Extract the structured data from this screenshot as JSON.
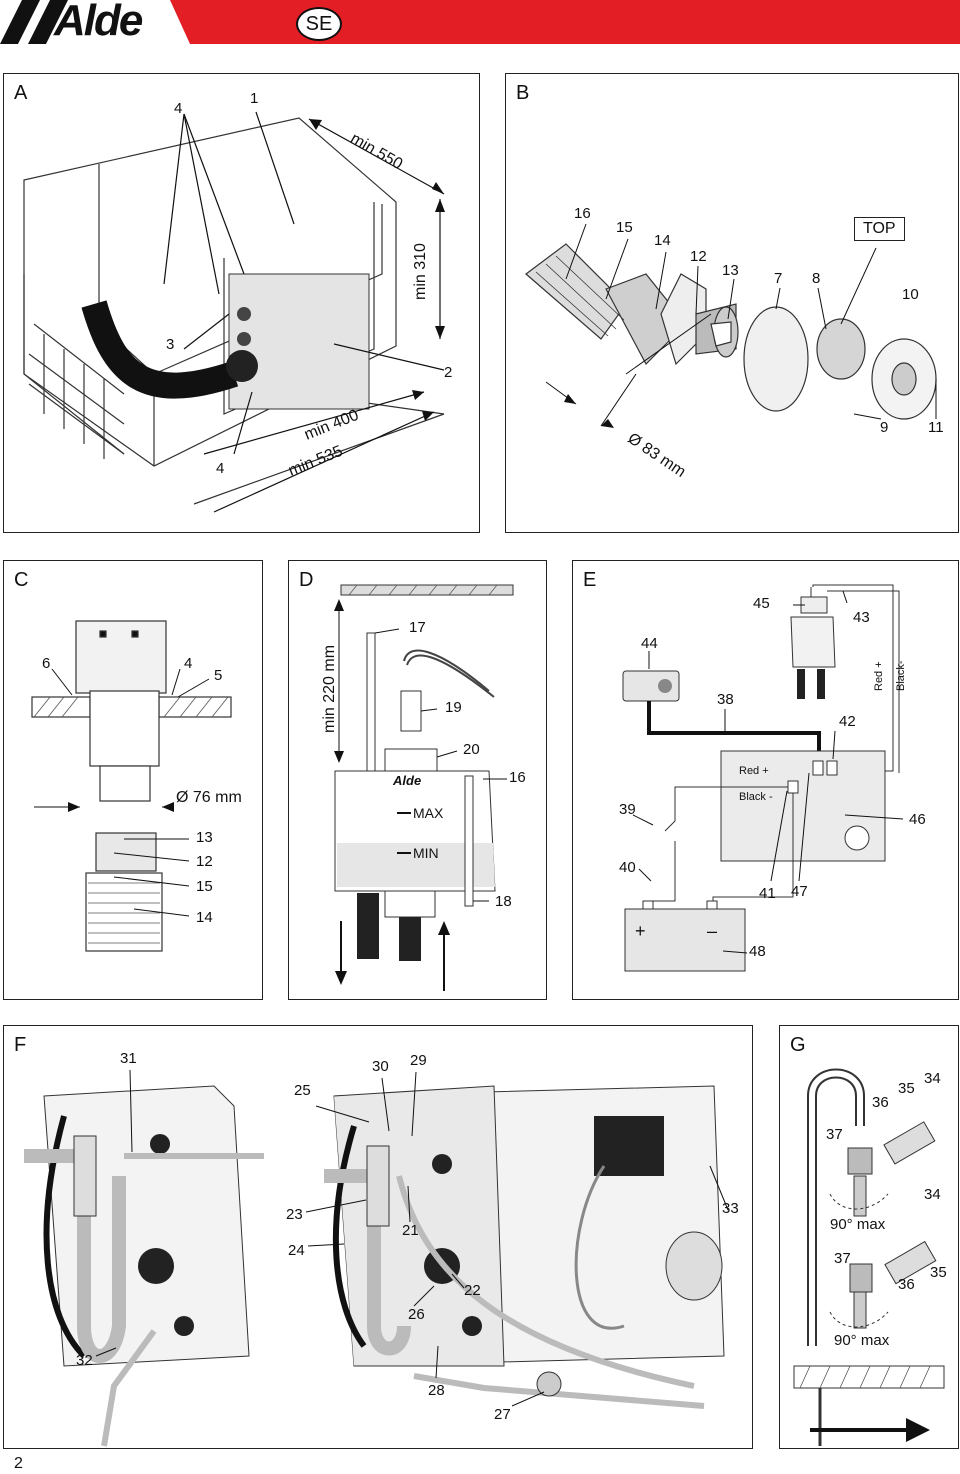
{
  "header": {
    "logo_text": "Alde",
    "language": "SE",
    "colors": {
      "accent": "#e31e24",
      "logo": "#111111"
    }
  },
  "panels": {
    "A": {
      "label": "A",
      "callouts": [
        "4",
        "1",
        "3",
        "2",
        "4"
      ],
      "dims": [
        "min 550",
        "min 310",
        "min 400",
        "min 535"
      ]
    },
    "B": {
      "label": "B",
      "callouts": [
        "16",
        "15",
        "14",
        "12",
        "13",
        "7",
        "8",
        "10",
        "9",
        "11"
      ],
      "top_label": "TOP",
      "dims": [
        "Ø 83 mm"
      ]
    },
    "C": {
      "label": "C",
      "callouts": [
        "6",
        "4",
        "5",
        "13",
        "12",
        "15",
        "14"
      ],
      "dims": [
        "Ø 76 mm"
      ]
    },
    "D": {
      "label": "D",
      "callouts": [
        "17",
        "19",
        "20",
        "16",
        "18"
      ],
      "dims": [
        "min 220 mm"
      ],
      "tank_text": {
        "logo": "Alde",
        "max": "MAX",
        "min": "MIN"
      }
    },
    "E": {
      "label": "E",
      "callouts": [
        "45",
        "43",
        "44",
        "38",
        "42",
        "39",
        "46",
        "40",
        "41",
        "47",
        "48"
      ],
      "wires": {
        "red": "Red +",
        "black": "Black -",
        "red_v": "Red +",
        "black_v": "Black-"
      },
      "battery": {
        "plus": "+",
        "minus": "–"
      }
    },
    "F": {
      "label": "F",
      "callouts": [
        "31",
        "25",
        "30",
        "29",
        "23",
        "21",
        "33",
        "24",
        "22",
        "26",
        "32",
        "28",
        "27"
      ]
    },
    "G": {
      "label": "G",
      "callouts": [
        "34",
        "35",
        "36",
        "37",
        "34",
        "37",
        "36",
        "35"
      ],
      "angles": [
        "90° max",
        "90° max"
      ]
    }
  },
  "page_number": "2"
}
